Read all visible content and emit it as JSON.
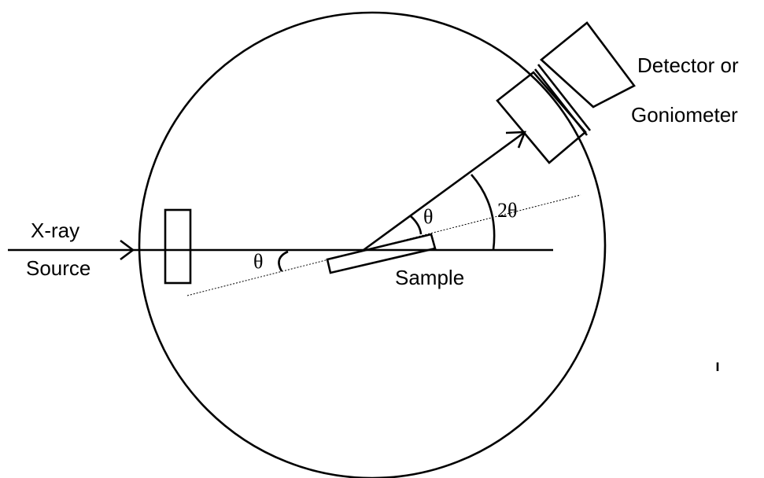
{
  "labels": {
    "source_line1": "X-ray",
    "source_line2": "Source",
    "detector_line1": "Detector or",
    "detector_line2": "Goniometer",
    "sample": "Sample",
    "theta_left": "θ",
    "theta_beam": "θ",
    "two_theta": "2θ"
  },
  "colors": {
    "line": "#000000",
    "background": "#ffffff"
  }
}
